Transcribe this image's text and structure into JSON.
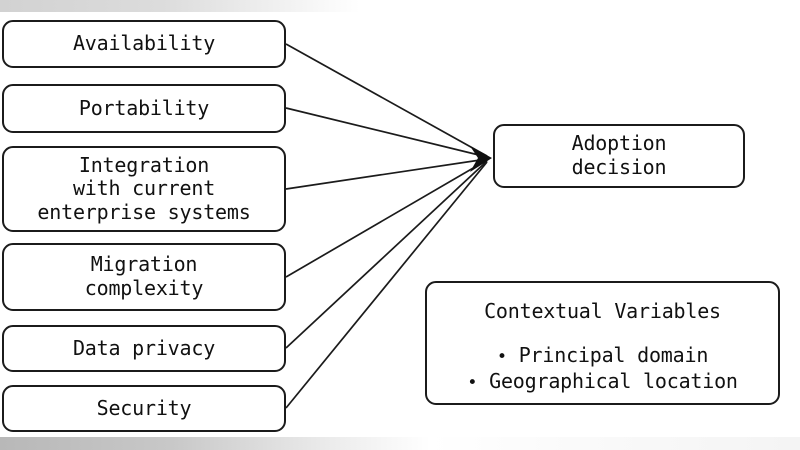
{
  "diagram": {
    "title": "Adoption decision factors diagram",
    "type": "influence-diagram",
    "stroke_color": "#1b1b1b",
    "background_color": "#ffffff",
    "factors": [
      {
        "id": "availability",
        "label": "Availability"
      },
      {
        "id": "portability",
        "label": "Portability"
      },
      {
        "id": "integration",
        "label": "Integration\nwith current\nenterprise systems"
      },
      {
        "id": "migration",
        "label": "Migration\ncomplexity"
      },
      {
        "id": "data-privacy",
        "label": "Data privacy"
      },
      {
        "id": "security",
        "label": "Security"
      }
    ],
    "outcome": {
      "id": "adoption-decision",
      "label": "Adoption\ndecision"
    },
    "contextual": {
      "title": "Contextual Variables",
      "bullet_glyph": "•",
      "items": [
        "Principal domain",
        "Geographical location"
      ]
    },
    "arrows": {
      "count": 6,
      "converge_point": "487,158",
      "arrowhead": "filled-triangle",
      "description": "All six factor boxes point to the adoption decision box"
    }
  }
}
